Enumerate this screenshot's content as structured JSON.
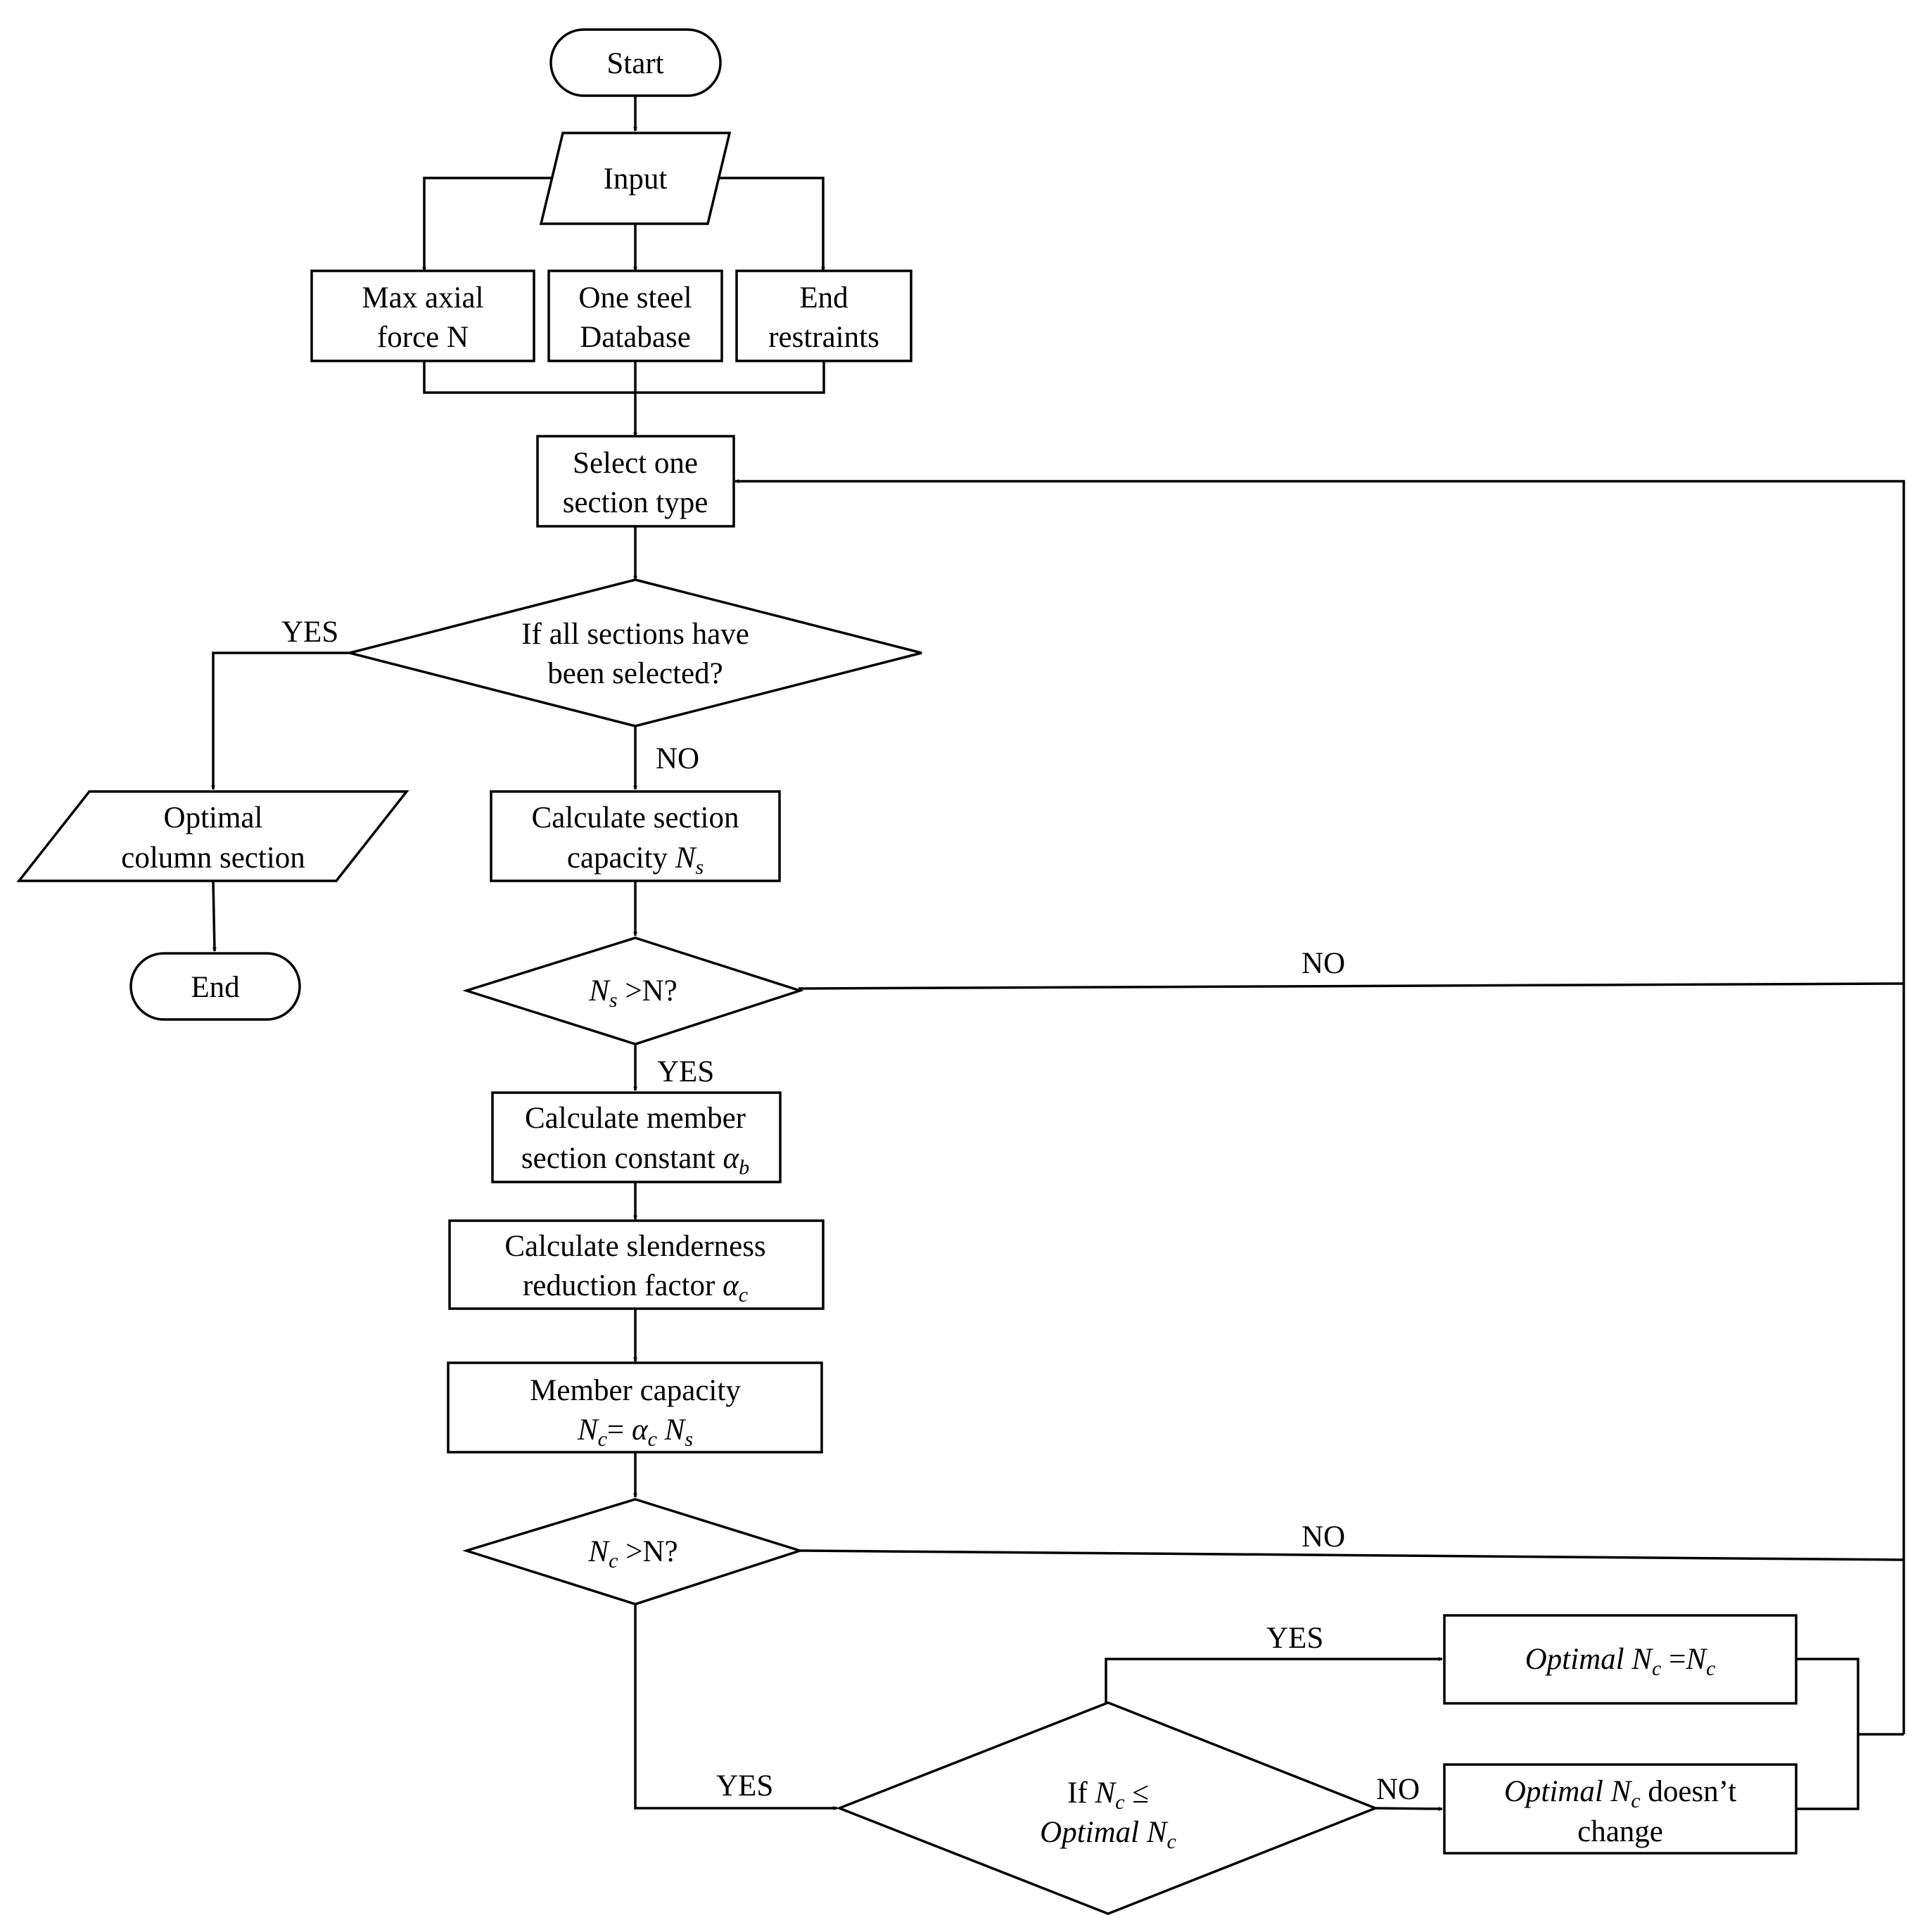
{
  "nodes": {
    "start": "Start",
    "input": "Input",
    "max_axial_1": "Max axial",
    "max_axial_2": "force N",
    "database_1": "One steel",
    "database_2": "Database",
    "restraints_1": "End",
    "restraints_2": "restraints",
    "select_1": "Select one",
    "select_2": "section type",
    "all_selected_1": "If all sections have",
    "all_selected_2": "been selected?",
    "optimal_out_1": "Optimal",
    "optimal_out_2": "column section",
    "end": "End",
    "section_cap_1": "Calculate section",
    "section_cap_2": "capacity",
    "section_cap_var": "N",
    "section_cap_sub": "s",
    "ns_check_var": "N",
    "ns_check_sub": "s",
    "ns_check_rest": " >N?",
    "member_const_1": "Calculate member",
    "member_const_2": "section constant",
    "member_const_var": "α",
    "member_const_sub": "b",
    "slender_1": "Calculate slenderness",
    "slender_2": "reduction factor",
    "slender_var": "α",
    "slender_sub": "c",
    "member_cap_1": "Member capacity",
    "member_cap_n": "N",
    "member_cap_nsub": "c",
    "member_cap_eq": "= ",
    "member_cap_a": "α",
    "member_cap_asub": "c",
    "member_cap_ns": " N",
    "member_cap_nssub": "s",
    "nc_check_var": "N",
    "nc_check_sub": "c",
    "nc_check_rest": " >N?",
    "compare_if": "If ",
    "compare_n": "N",
    "compare_nsub": "c",
    "compare_le": " ≤",
    "compare_opt": "Optimal N",
    "compare_optsub": "c",
    "update_opt": "Optimal N",
    "update_optsub": "c",
    "update_eq": " =",
    "update_n": "N",
    "update_nsub": "c",
    "keep_opt": "Optimal N",
    "keep_optsub": "c",
    "keep_rest": " doesn’t",
    "keep_2": "change"
  },
  "edges": {
    "all_yes": "YES",
    "all_no": "NO",
    "ns_no": "NO",
    "ns_yes": "YES",
    "nc_no": "NO",
    "nc_yes": "YES",
    "cmp_yes": "YES",
    "cmp_no": "NO"
  }
}
